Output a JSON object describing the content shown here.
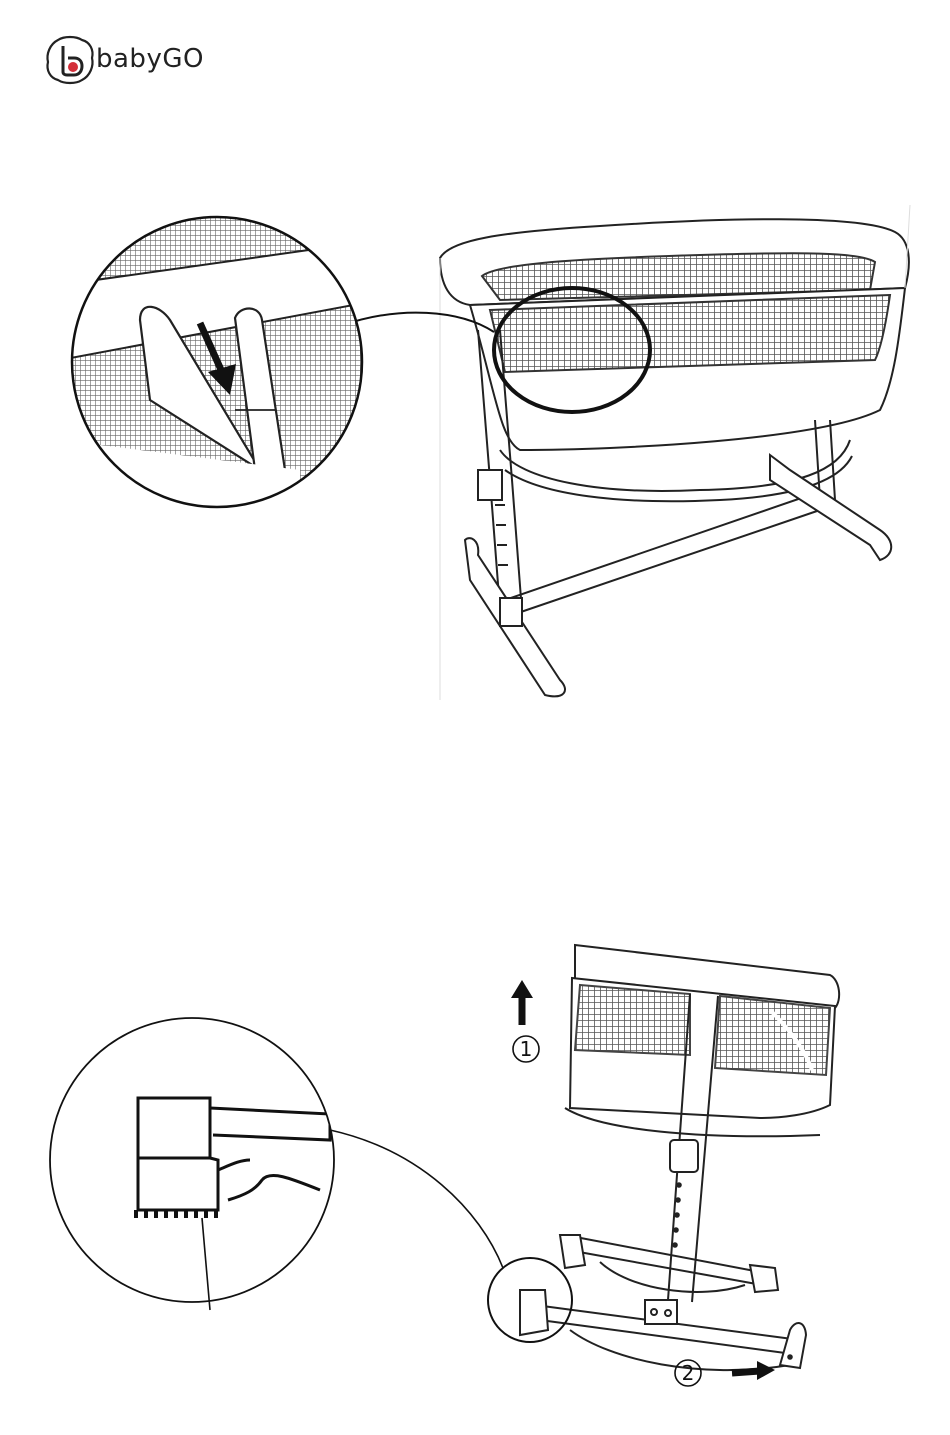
{
  "brand": {
    "name": "babyGO",
    "logo_icon": "b-cloud-logo",
    "accent_color": "#d32f3a"
  },
  "figure_top": {
    "description_icon": "bassinet-mesh-zip-icon"
  },
  "figure_bottom": {
    "step_1": "1",
    "step_2": "2"
  }
}
